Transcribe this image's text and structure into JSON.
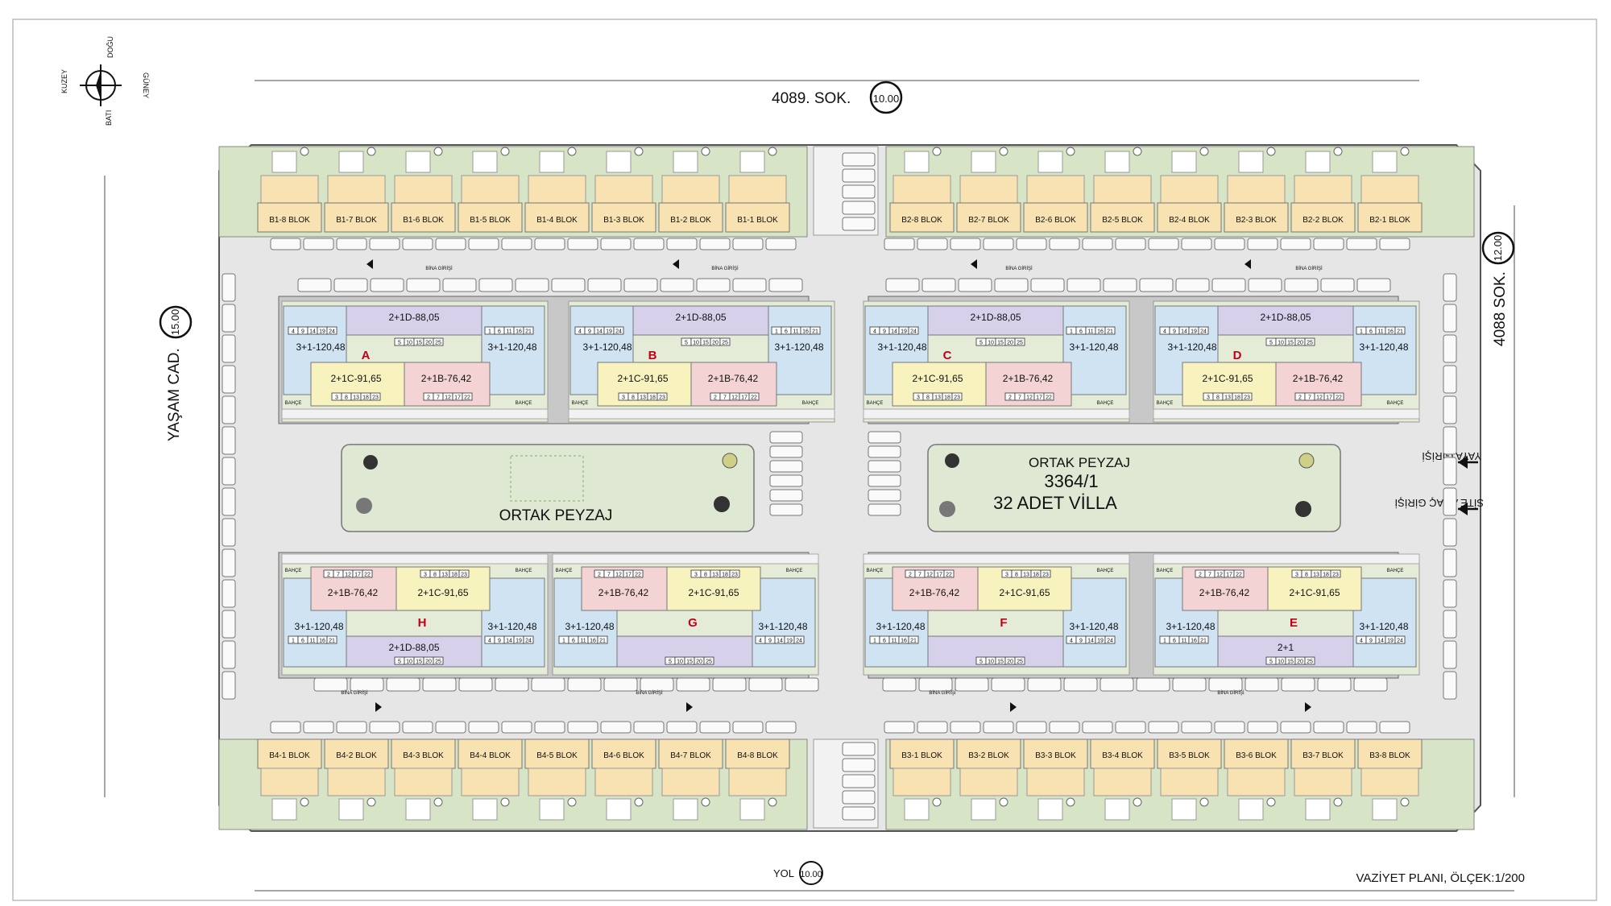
{
  "compass": {
    "north": "KUZEY",
    "east": "DOĞU",
    "south": "GÜNEY",
    "west": "BATI"
  },
  "streets": {
    "top": "4089. SOK.",
    "top_width": "10.00",
    "right": "4088 SOK.",
    "right_width": "12.00",
    "left": "YAŞAM CAD.",
    "left_width": "15.00",
    "bottom": "YOL",
    "bottom_width": "10.00"
  },
  "plan_caption": "VAZİYET PLANI, ÖLÇEK:1/200",
  "entrances": {
    "pedestrian": "YAYA GİRİŞİ",
    "vehicle": "SİTE ARAÇ GİRİŞİ"
  },
  "landscape": {
    "left_label": "ORTAK PEYZAJ",
    "right_label": "ORTAK PEYZAJ",
    "parcel": "3364/1",
    "villa_count": "32 ADET VİLLA"
  },
  "villa_rows": {
    "top_left": [
      "B1-8 BLOK",
      "B1-7 BLOK",
      "B1-6 BLOK",
      "B1-5 BLOK",
      "B1-4 BLOK",
      "B1-3 BLOK",
      "B1-2 BLOK",
      "B1-1 BLOK"
    ],
    "top_right": [
      "B2-8 BLOK",
      "B2-7 BLOK",
      "B2-6 BLOK",
      "B2-5 BLOK",
      "B2-4 BLOK",
      "B2-3 BLOK",
      "B2-2 BLOK",
      "B2-1 BLOK"
    ],
    "bottom_left": [
      "B4-1 BLOK",
      "B4-2 BLOK",
      "B4-3 BLOK",
      "B4-4 BLOK",
      "B4-5 BLOK",
      "B4-6 BLOK",
      "B4-7 BLOK",
      "B4-8 BLOK"
    ],
    "bottom_right": [
      "B3-1 BLOK",
      "B3-2 BLOK",
      "B3-3 BLOK",
      "B3-4 BLOK",
      "B3-5 BLOK",
      "B3-6 BLOK",
      "B3-7 BLOK",
      "B3-8 BLOK"
    ]
  },
  "apartment_blocks": [
    {
      "letter": "A",
      "top": "2+1D-88,05",
      "left": "3+1-120,48",
      "right": "3+1-120,48",
      "mid_left": "2+1C-91,65",
      "mid_right": "2+1B-76,42",
      "nums_top": [
        "5",
        "10",
        "15",
        "20",
        "25"
      ],
      "nums_left": [
        "4",
        "9",
        "14",
        "19",
        "24"
      ],
      "nums_right": [
        "1",
        "6",
        "11",
        "16",
        "21"
      ],
      "nums_mid_left": [
        "3",
        "8",
        "13",
        "18",
        "23"
      ],
      "nums_mid_right": [
        "2",
        "7",
        "12",
        "17",
        "22"
      ]
    },
    {
      "letter": "B",
      "top": "2+1D-88,05",
      "left": "3+1-120,48",
      "right": "3+1-120,48",
      "mid_left": "2+1C-91,65",
      "mid_right": "2+1B-76,42",
      "nums_top": [
        "5",
        "10",
        "15",
        "20",
        "25"
      ],
      "nums_left": [
        "4",
        "9",
        "14",
        "19",
        "24"
      ],
      "nums_right": [
        "1",
        "6",
        "11",
        "16",
        "21"
      ],
      "nums_mid_left": [
        "3",
        "8",
        "13",
        "18",
        "23"
      ],
      "nums_mid_right": [
        "2",
        "7",
        "12",
        "17",
        "22"
      ]
    },
    {
      "letter": "C",
      "top": "2+1D-88,05",
      "left": "3+1-120,48",
      "right": "3+1-120,48",
      "mid_left": "2+1C-91,65",
      "mid_right": "2+1B-76,42",
      "nums_top": [
        "5",
        "10",
        "15",
        "20",
        "25"
      ],
      "nums_left": [
        "4",
        "9",
        "14",
        "19",
        "24"
      ],
      "nums_right": [
        "1",
        "6",
        "11",
        "16",
        "21"
      ],
      "nums_mid_left": [
        "3",
        "8",
        "13",
        "18",
        "23"
      ],
      "nums_mid_right": [
        "2",
        "7",
        "12",
        "17",
        "22"
      ]
    },
    {
      "letter": "D",
      "top": "2+1D-88,05",
      "left": "3+1-120,48",
      "right": "3+1-120,48",
      "mid_left": "2+1C-91,65",
      "mid_right": "2+1B-76,42",
      "nums_top": [
        "5",
        "10",
        "15",
        "20",
        "25"
      ],
      "nums_left": [
        "4",
        "9",
        "14",
        "19",
        "24"
      ],
      "nums_right": [
        "1",
        "6",
        "11",
        "16",
        "21"
      ],
      "nums_mid_left": [
        "3",
        "8",
        "13",
        "18",
        "23"
      ],
      "nums_mid_right": [
        "2",
        "7",
        "12",
        "17",
        "22"
      ]
    },
    {
      "letter": "H",
      "top": "2+1D-88,05",
      "left": "3+1-120,48",
      "right": "3+1-120,48",
      "mid_left": "2+1B-76,42",
      "mid_right": "2+1C-91,65",
      "nums_top": [
        "5",
        "10",
        "15",
        "20",
        "25"
      ],
      "nums_left": [
        "1",
        "6",
        "11",
        "16",
        "21"
      ],
      "nums_right": [
        "4",
        "9",
        "14",
        "19",
        "24"
      ],
      "nums_mid_left": [
        "2",
        "7",
        "12",
        "17",
        "22"
      ],
      "nums_mid_right": [
        "3",
        "8",
        "13",
        "18",
        "23"
      ]
    },
    {
      "letter": "G",
      "top": "",
      "left": "3+1-120,48",
      "right": "3+1-120,48",
      "mid_left": "2+1B-76,42",
      "mid_right": "2+1C-91,65",
      "nums_top": [
        "5",
        "10",
        "15",
        "20",
        "25"
      ],
      "nums_left": [
        "1",
        "6",
        "11",
        "16",
        "21"
      ],
      "nums_right": [
        "4",
        "9",
        "14",
        "19",
        "24"
      ],
      "nums_mid_left": [
        "2",
        "7",
        "12",
        "17",
        "22"
      ],
      "nums_mid_right": [
        "3",
        "8",
        "13",
        "18",
        "23"
      ]
    },
    {
      "letter": "F",
      "top": "",
      "left": "3+1-120,48",
      "right": "3+1-120,48",
      "mid_left": "2+1B-76,42",
      "mid_right": "2+1C-91,65",
      "nums_top": [
        "5",
        "10",
        "15",
        "20",
        "25"
      ],
      "nums_left": [
        "1",
        "6",
        "11",
        "16",
        "21"
      ],
      "nums_right": [
        "4",
        "9",
        "14",
        "19",
        "24"
      ],
      "nums_mid_left": [
        "2",
        "7",
        "12",
        "17",
        "22"
      ],
      "nums_mid_right": [
        "3",
        "8",
        "13",
        "18",
        "23"
      ]
    },
    {
      "letter": "E",
      "top": "2+1",
      "left": "3+1-120,48",
      "right": "3+1-120,48",
      "mid_left": "2+1B-76,42",
      "mid_right": "2+1C-91,65",
      "nums_top": [
        "5",
        "10",
        "15",
        "20",
        "25"
      ],
      "nums_left": [
        "1",
        "6",
        "11",
        "16",
        "21"
      ],
      "nums_right": [
        "4",
        "9",
        "14",
        "19",
        "24"
      ],
      "nums_mid_left": [
        "2",
        "7",
        "12",
        "17",
        "22"
      ],
      "nums_mid_right": [
        "3",
        "8",
        "13",
        "18",
        "23"
      ]
    }
  ],
  "garden_label": "BAHÇE",
  "building_entrance": "BİNA GİRİŞİ",
  "colors": {
    "grass": "#d7e4c6",
    "villa": "#f8e2b1",
    "road": "#e6e6e6",
    "court": "#c8c8c8",
    "unit_3p1": "#cfe3f3",
    "unit_2p1d": "#d6d0ea",
    "unit_2p1c": "#f8f2bf",
    "unit_2p1b": "#f4d3d5",
    "landscape": "#dfe8d2"
  }
}
